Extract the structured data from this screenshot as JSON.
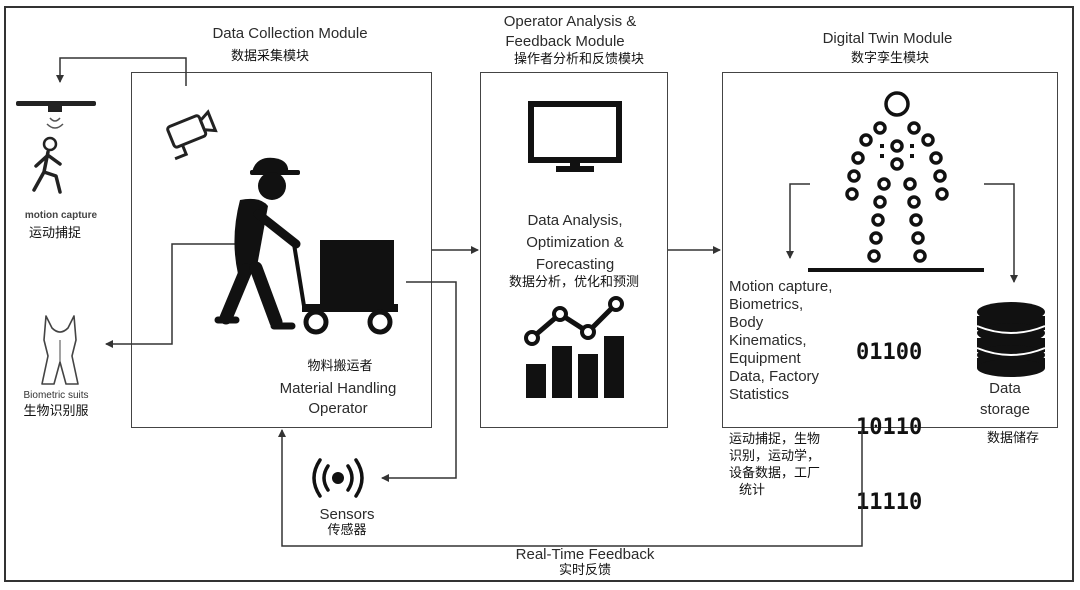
{
  "modules": {
    "collection": {
      "title_en": "Data Collection Module",
      "title_cn": "数据采集模块"
    },
    "analysis": {
      "title_en_1": "Operator Analysis &",
      "title_en_2": "Feedback Module",
      "title_cn": "操作者分析和反馈模块"
    },
    "twin": {
      "title_en": "Digital Twin Module",
      "title_cn": "数字孪生模块"
    }
  },
  "left": {
    "motion_capture_en": "motion capture",
    "motion_capture_cn": "运动捕捉",
    "biometric_en": "Biometric suits",
    "biometric_cn": "生物识别服"
  },
  "operator": {
    "cn": "物料搬运者",
    "en_1": "Material Handling",
    "en_2": "Operator"
  },
  "sensors": {
    "en": "Sensors",
    "cn": "传感器"
  },
  "analysis_box": {
    "en_1": "Data Analysis,",
    "en_2": "Optimization &",
    "en_3": "Forecasting",
    "cn": "数据分析，优化和预测"
  },
  "twin_box": {
    "list_en": [
      "Motion capture,",
      "Biometrics,",
      "Body",
      "Kinematics,",
      "Equipment",
      "Data, Factory",
      "Statistics"
    ],
    "list_cn": [
      "运动捕捉，生物",
      "识别，运动学，",
      "设备数据，工厂",
      "统计"
    ],
    "binary": [
      "01100",
      "10110",
      "11110"
    ],
    "storage_en_1": "Data",
    "storage_en_2": "storage",
    "storage_cn": "数据储存"
  },
  "feedback": {
    "en": "Real-Time Feedback",
    "cn": "实时反馈"
  }
}
